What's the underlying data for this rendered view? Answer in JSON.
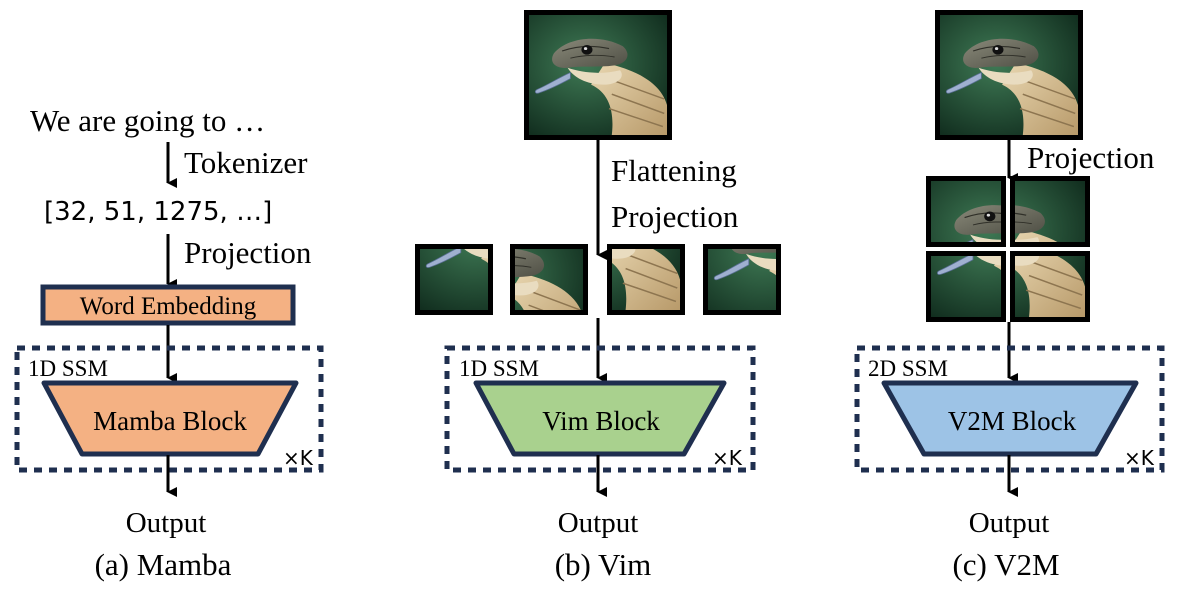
{
  "panel_a": {
    "input_text": "We are going to …",
    "tokenizer_label": "Tokenizer",
    "token_ids": "[32, 51, 1275, …]",
    "projection_label": "Projection",
    "embedding_label": "Word Embedding",
    "ssm_label": "1D SSM",
    "block_label": "Mamba Block",
    "repeat_label": "×K",
    "output_label": "Output",
    "caption": "(a) Mamba"
  },
  "panel_b": {
    "flatten_label": "Flattening",
    "projection_label": "Projection",
    "ssm_label": "1D SSM",
    "block_label": "Vim Block",
    "repeat_label": "×K",
    "output_label": "Output",
    "caption": "(b) Vim"
  },
  "panel_c": {
    "projection_label": "Projection",
    "ssm_label": "2D SSM",
    "block_label": "V2M Block",
    "repeat_label": "×K",
    "output_label": "Output",
    "caption": "(c) V2M"
  },
  "colors": {
    "navy": "#1f2f4f",
    "mamba_fill": "#f4b183",
    "vim_fill": "#a9d18e",
    "v2m_fill": "#9dc3e6",
    "image_bg": "#1e4a33"
  },
  "icons": [
    "snake-image"
  ]
}
